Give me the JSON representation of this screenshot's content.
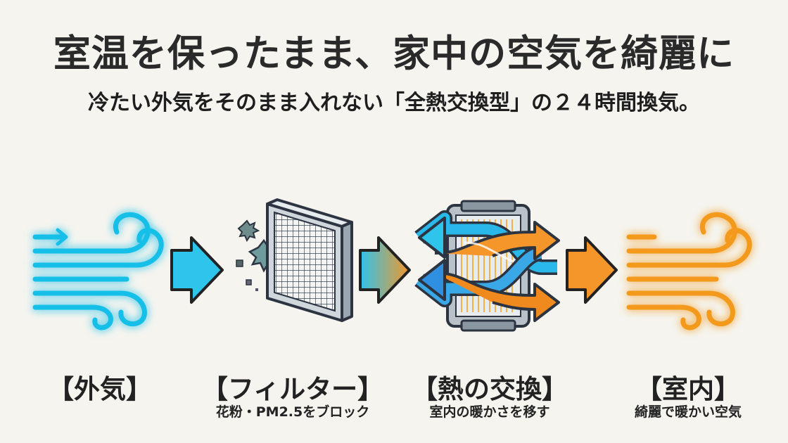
{
  "title": "室温を保ったまま、家中の空気を綺麗に",
  "subtitle": "冷たい外気をそのまま入れない「全熱交換型」の２４時間換気。",
  "steps": [
    {
      "label": "【外気】",
      "caption": "",
      "icon": "cold-wind-icon",
      "color": "#1ec8f0"
    },
    {
      "label": "【フィルター】",
      "caption": "花粉・PM2.5をブロック",
      "icon": "air-filter-icon",
      "color": "#3a4552"
    },
    {
      "label": "【熱の交換】",
      "caption": "室内の暖かさを移す",
      "icon": "heat-exchanger-icon",
      "color": "#f29a2e"
    },
    {
      "label": "【室内】",
      "caption": "綺麗で暖かい空気",
      "icon": "warm-wind-icon",
      "color": "#f39a1e"
    }
  ],
  "colors": {
    "cold": "#1ec8f0",
    "warm": "#f5962a",
    "outline": "#2b3440",
    "background": "#f5f4ef"
  }
}
